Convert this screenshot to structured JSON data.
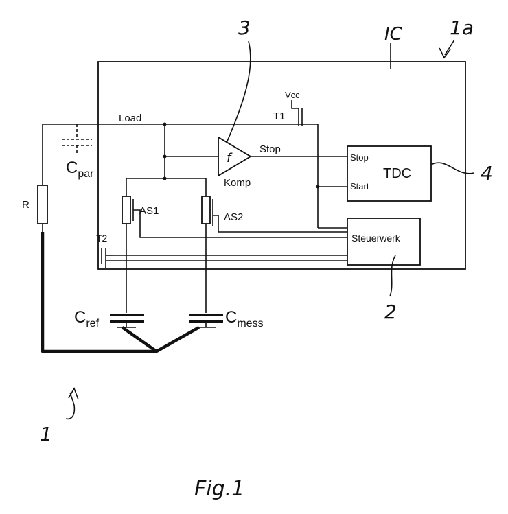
{
  "labels": {
    "ic": "IC",
    "ref_1a": "1a",
    "ref_3": "3",
    "ref_4": "4",
    "ref_2": "2",
    "ref_1": "1",
    "vcc": "Vcc",
    "t1": "T1",
    "t2": "T2",
    "load": "Load",
    "cpar_main": "C",
    "cpar_sub": "par",
    "r": "R",
    "stop_wire": "Stop",
    "komp": "Komp",
    "komp_symbol": "f",
    "as1": "AS1",
    "as2": "AS2",
    "tdc": "TDC",
    "tdc_stop": "Stop",
    "tdc_start": "Start",
    "steuerwerk": "Steuerwerk",
    "cref_main": "C",
    "cref_sub": "ref",
    "cmess_main": "C",
    "cmess_sub": "mess",
    "figure": "Fig.1"
  }
}
